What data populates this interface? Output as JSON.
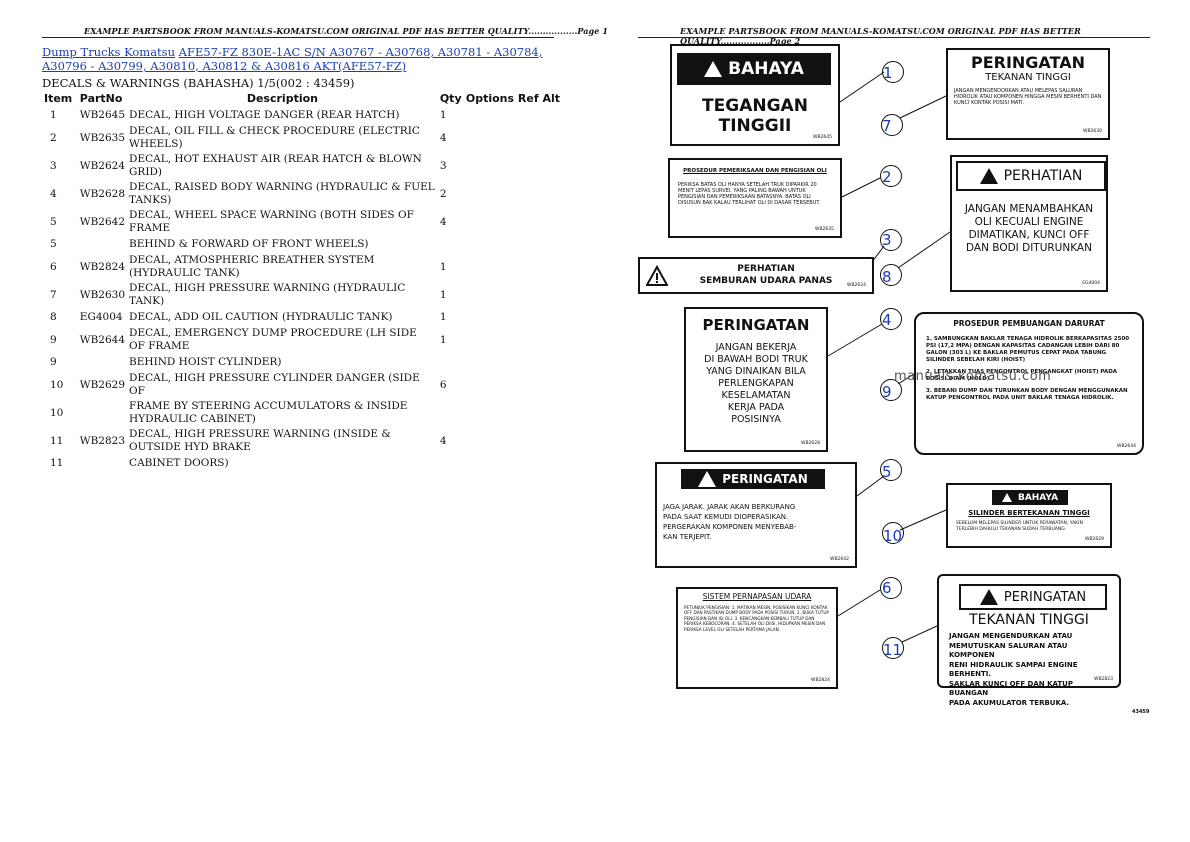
{
  "header": {
    "left": "EXAMPLE PARTSBOOK FROM MANUALS-KOMATSU.COM ORIGINAL PDF HAS BETTER QUALITY.................Page 1",
    "right": "EXAMPLE PARTSBOOK FROM MANUALS-KOMATSU.COM ORIGINAL PDF HAS BETTER QUALITY.................Page 2"
  },
  "title": {
    "link1": "Dump Trucks Komatsu",
    "link2": "AFE57-FZ 830E-1AC S/N A30767 - A30768, A30781 - A30784, A30796 - A30799, A30810, A30812 & A30816 AKT(AFE57-FZ)",
    "subtitle": "DECALS & WARNINGS (BAHASHA) 1/5(002 : 43459)"
  },
  "columns": {
    "item": "Item",
    "partno": "PartNo",
    "description": "Description",
    "qty": "Qty",
    "options": "Options",
    "ref": "Ref",
    "alt": "Alt"
  },
  "rows": [
    {
      "item": "1",
      "part": "WB2645",
      "desc": "DECAL, HIGH VOLTAGE DANGER (REAR HATCH)",
      "qty": "1"
    },
    {
      "item": "2",
      "part": "WB2635",
      "desc": "DECAL, OIL FILL & CHECK PROCEDURE (ELECTRIC WHEELS)",
      "qty": "4"
    },
    {
      "item": "3",
      "part": "WB2624",
      "desc": "DECAL, HOT EXHAUST AIR (REAR HATCH & BLOWN GRID)",
      "qty": "3"
    },
    {
      "item": "4",
      "part": "WB2628",
      "desc": "DECAL, RAISED BODY WARNING (HYDRAULIC & FUEL TANKS)",
      "qty": "2"
    },
    {
      "item": "5",
      "part": "WB2642",
      "desc": "DECAL, WHEEL SPACE WARNING (BOTH SIDES OF FRAME",
      "qty": "4"
    },
    {
      "item": "5",
      "part": "",
      "desc": "BEHIND & FORWARD OF FRONT WHEELS)",
      "qty": ""
    },
    {
      "item": "6",
      "part": "WB2824",
      "desc": "DECAL, ATMOSPHERIC BREATHER SYSTEM (HYDRAULIC TANK)",
      "qty": "1"
    },
    {
      "item": "7",
      "part": "WB2630",
      "desc": "DECAL, HIGH PRESSURE WARNING (HYDRAULIC TANK)",
      "qty": "1"
    },
    {
      "item": "8",
      "part": "EG4004",
      "desc": "DECAL, ADD OIL CAUTION (HYDRAULIC TANK)",
      "qty": "1"
    },
    {
      "item": "9",
      "part": "WB2644",
      "desc": "DECAL, EMERGENCY DUMP PROCEDURE (LH SIDE OF FRAME",
      "qty": "1"
    },
    {
      "item": "9",
      "part": "",
      "desc": "BEHIND HOIST CYLINDER)",
      "qty": ""
    },
    {
      "item": "10",
      "part": "WB2629",
      "desc": "DECAL, HIGH PRESSURE CYLINDER DANGER (SIDE OF",
      "qty": "6"
    },
    {
      "item": "10",
      "part": "",
      "desc": "FRAME BY STEERING ACCUMULATORS & INSIDE HYDRAULIC CABINET)",
      "qty": ""
    },
    {
      "item": "11",
      "part": "WB2823",
      "desc": "DECAL, HIGH PRESSURE WARNING (INSIDE & OUTSIDE HYD BRAKE",
      "qty": "4"
    },
    {
      "item": "11",
      "part": "",
      "desc": "CABINET DOORS)",
      "qty": ""
    }
  ],
  "diagram": {
    "s1": {
      "bar": "BAHAYA",
      "l1": "TEGANGAN",
      "l2": "TINGGII",
      "code": "WB2645"
    },
    "s7": {
      "title": "PERINGATAN",
      "sub": "TEKANAN TINGGI",
      "body": "JANGAN MENGENDORKAN ATAU MELEPAS SALURAN HIDROLIK ATAU KOMPONEN HINGGA MESIN BERHENTI DAN KUNCI KONTAK POSISI MATI.",
      "code": "WB2630"
    },
    "s2": {
      "title": "PROSEDUR PEMERIKSAAN DAN PENGISIAN OLI",
      "body": "PERIKSA BATAS OLI HANYA SETELAH TRUK DIPARKIR 20 MENIT LEPAS SURVEI. YANG PALING BAWAH UNTUK PENGISIAN DAN PEMERIKSAAN BATASNYA. BATAS OLI DISUSUN BAK KALAU TERLIHAT OLI DI DASAR TERSEBUT.",
      "code": "WB2635"
    },
    "s8": {
      "bar": "PERHATIAN",
      "l1": "JANGAN MENAMBAHKAN",
      "l2": "OLI KECUALI ENGINE",
      "l3": "DIMATIKAN, KUNCI OFF",
      "l4": "DAN BODI DITURUNKAN",
      "code": "EG4004"
    },
    "s3": {
      "l1": "PERHATIAN",
      "l2": "SEMBURAN UDARA PANAS",
      "code": "WB2624"
    },
    "s4": {
      "title": "PERINGATAN",
      "l1": "JANGAN BEKERJA",
      "l2": "DI BAWAH BODI TRUK",
      "l3": "YANG DINAIKAN BILA",
      "l4": "PERLENGKAPAN",
      "l5": "KESELAMATAN",
      "l6": "KERJA PADA",
      "l7": "POSISINYA",
      "code": "WB2628"
    },
    "s9": {
      "title": "PROSEDUR PEMBUANGAN DARURAT",
      "p1": "1. SAMBUNGKAN BAKLAR TENAGA HIDROLIK BERKAPASITAS 2500 PSI (17,2 MPA) DENGAN KAPASITAS CADANGAN LEBIH DARI 80 GALON (303 L) KE BAKLAR PEMUTUS CEPAT PADA TABUNG SILINDER SEBELAH KIRI (HOIST)",
      "p2": "2. LETAKKAN TUAS PENGONTROL PENGANGKAT (HOIST) PADA POSISI DIAM (HOLD).",
      "p3": "3. BEBANI DUMP DAN TURUNKAN BODY DENGAN MENGGUNAKAN KATUP PENGONTROL PADA UNIT BAKLAR TENAGA HIDROLIK.",
      "code": "WB2644"
    },
    "s5": {
      "bar": "PERINGATAN",
      "body1": "JAGA JARAK. JARAK AKAN BERKURANG",
      "body2": "PADA SAAT KEMUDI DIOPERASIKAN.",
      "body3": "PERGERAKAN KOMPONEN MENYEBAB-",
      "body4": "KAN TERJEPIT.",
      "code": "WB2642"
    },
    "s10": {
      "bar": "BAHAYA",
      "title": "SILINDER BERTEKANAN TINGGI",
      "body": "SEBELUM MELEPAS SILINDER UNTUK PERAWATAN, YAKIN TERLEBIH DAHULU TEKANAN SUDAH TERBUANG.",
      "code": "WB2629"
    },
    "s6": {
      "title": "SISTEM PERNAPASAN UDARA",
      "body": "PETUNJUK PENGISIAN: 1. MATIKAN MESIN, POSISIKAN KUNCI KONTAK OFF DAN PASTIKAN DUMP BODY PADA POSISI TURUN. 2. BUKA TUTUP PENGISIAN DAN ISI OLI. 3. KENCANGKAN KEMBALI TUTUP DAN PERIKSA KEBOCORAN. 4. SETELAH OLI DIISI, HIDUPKAN MESIN DAN PERIKSA LEVEL OLI SETELAH PERTAMA JALAN.",
      "code": "WB2824"
    },
    "s11": {
      "bar": "PERINGATAN",
      "title": "TEKANAN TINGGI",
      "l1": "JANGAN MENGENDURKAN ATAU",
      "l2": "MEMUTUSKAN SALURAN ATAU KOMPONEN",
      "l3": "RENI HIDRAULIK SAMPAI ENGINE BERHENTI.",
      "l4": "SAKLAR KUNCI OFF DAN KATUP BUANGAN",
      "l5": "PADA AKUMULATOR TERBUKA.",
      "code": "WB2823"
    },
    "callouts": [
      "1",
      "7",
      "2",
      "3",
      "8",
      "4",
      "9",
      "5",
      "10",
      "6",
      "11"
    ],
    "watermark": "manuals-komatsu.com",
    "figure_code": "43459"
  }
}
